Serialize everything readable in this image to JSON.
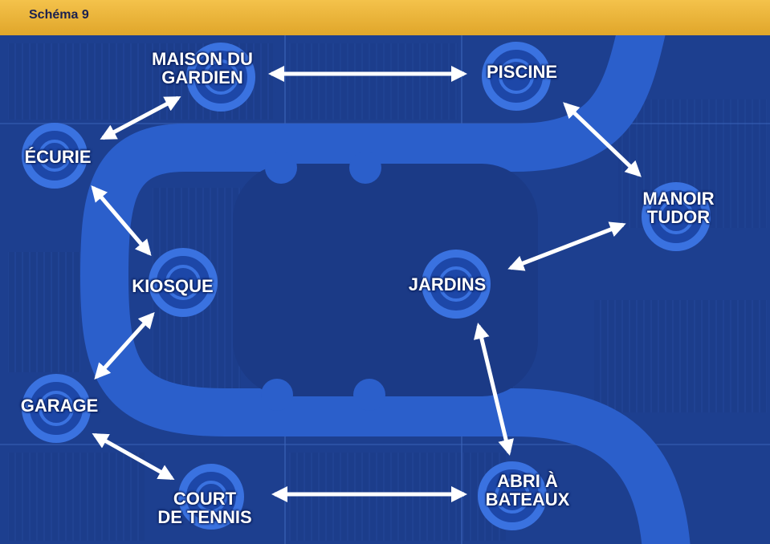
{
  "header": {
    "title": "Schéma 9"
  },
  "colors": {
    "header_gold": "#e9b43a",
    "map_background": "#1d3f8f",
    "road": "#2b5fcb",
    "node_ring": "#3a72e0",
    "arrow": "#ffffff",
    "label": "#ffffff"
  },
  "nodes": [
    {
      "id": "maison-du-gardien",
      "lines": [
        "MAISON DU",
        "GARDIEN"
      ]
    },
    {
      "id": "piscine",
      "lines": [
        "PISCINE"
      ]
    },
    {
      "id": "ecurie",
      "lines": [
        "ÉCURIE"
      ]
    },
    {
      "id": "manoir-tudor",
      "lines": [
        "MANOIR",
        "TUDOR"
      ]
    },
    {
      "id": "kiosque",
      "lines": [
        "KIOSQUE"
      ]
    },
    {
      "id": "jardins",
      "lines": [
        "JARDINS"
      ]
    },
    {
      "id": "garage",
      "lines": [
        "GARAGE"
      ]
    },
    {
      "id": "court-de-tennis",
      "lines": [
        "COURT",
        "DE TENNIS"
      ]
    },
    {
      "id": "abri-a-bateaux",
      "lines": [
        "ABRI À",
        "BATEAUX"
      ]
    }
  ],
  "connections": [
    {
      "from": "maison-du-gardien",
      "to": "piscine"
    },
    {
      "from": "maison-du-gardien",
      "to": "ecurie"
    },
    {
      "from": "piscine",
      "to": "manoir-tudor"
    },
    {
      "from": "ecurie",
      "to": "kiosque"
    },
    {
      "from": "manoir-tudor",
      "to": "jardins"
    },
    {
      "from": "kiosque",
      "to": "garage"
    },
    {
      "from": "jardins",
      "to": "abri-a-bateaux"
    },
    {
      "from": "garage",
      "to": "court-de-tennis"
    },
    {
      "from": "court-de-tennis",
      "to": "abri-a-bateaux"
    }
  ]
}
